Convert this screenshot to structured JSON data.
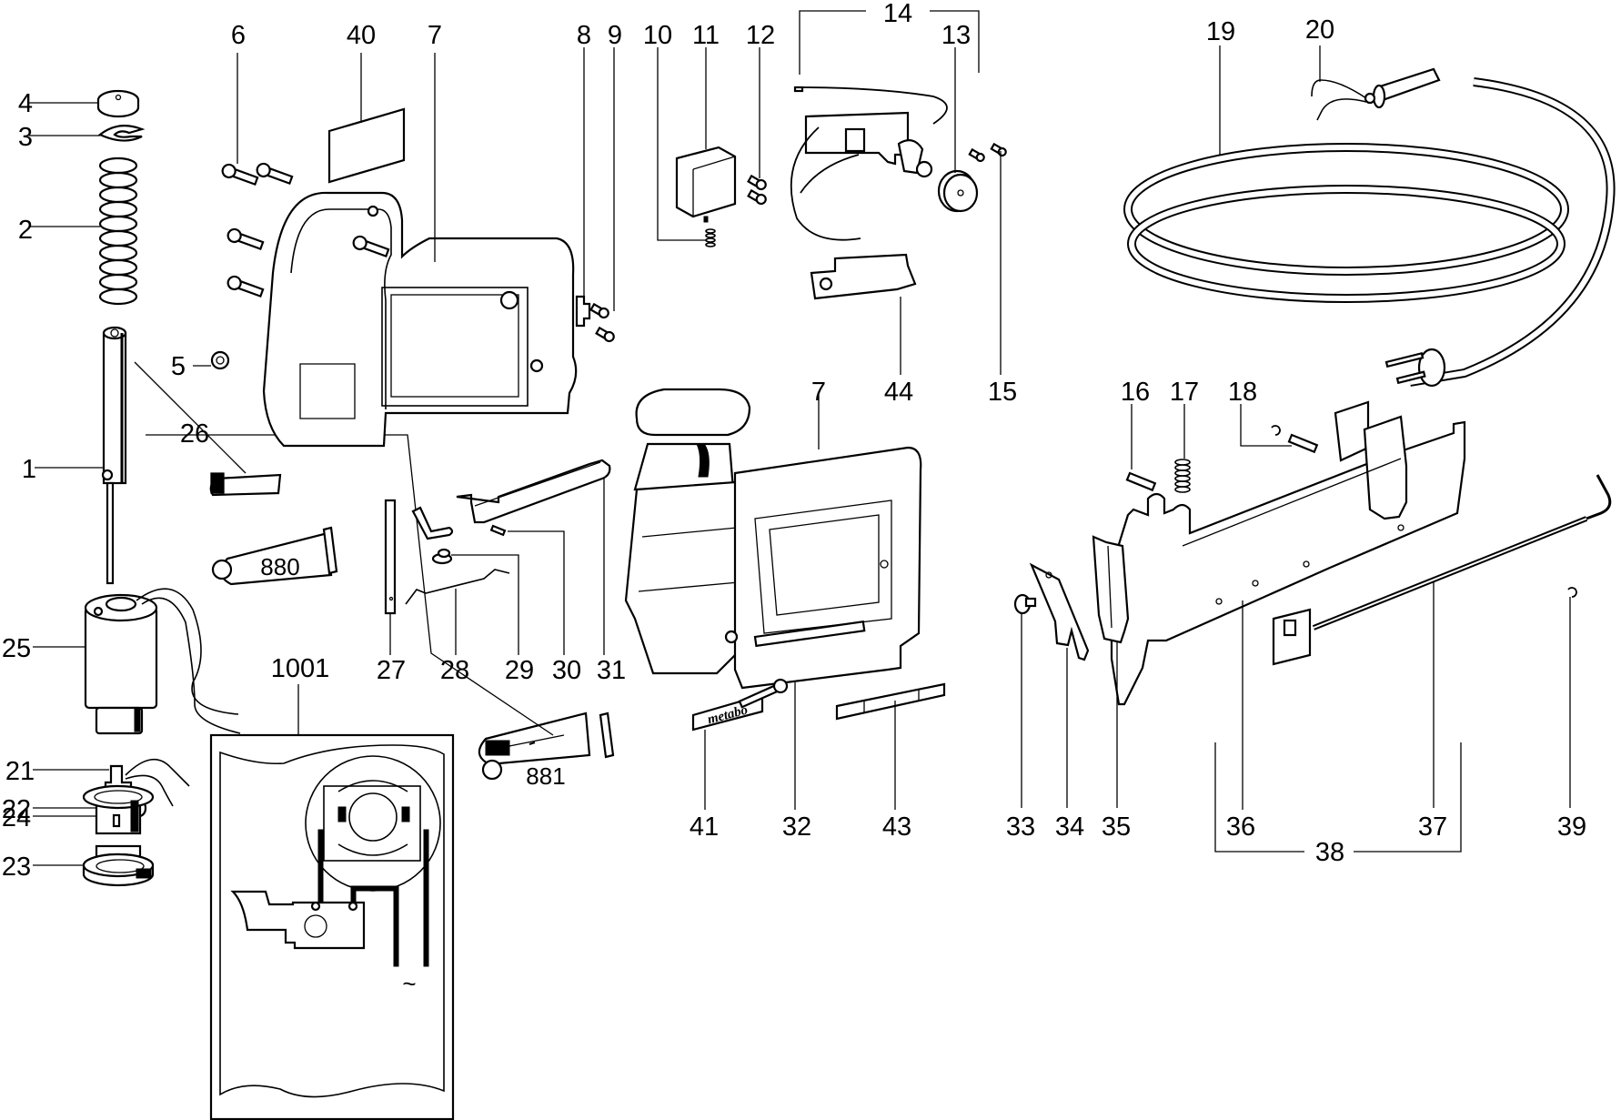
{
  "diagram": {
    "type": "exploded-parts-diagram",
    "labels": {
      "p1": "1",
      "p2": "2",
      "p3": "3",
      "p4": "4",
      "p5": "5",
      "p6": "6",
      "p7a": "7",
      "p7b": "7",
      "p8": "8",
      "p9": "9",
      "p10": "10",
      "p11": "11",
      "p12": "12",
      "p13": "13",
      "p14": "14",
      "p15": "15",
      "p16": "16",
      "p17": "17",
      "p18": "18",
      "p19": "19",
      "p20": "20",
      "p21": "21",
      "p22": "22",
      "p23": "23",
      "p24": "24",
      "p25": "25",
      "p26": "26",
      "p27": "27",
      "p28": "28",
      "p29": "29",
      "p30": "30",
      "p31": "31",
      "p32": "32",
      "p33": "33",
      "p34": "34",
      "p35": "35",
      "p36": "36",
      "p37": "37",
      "p38": "38",
      "p39": "39",
      "p40": "40",
      "p41": "41",
      "p43": "43",
      "p44": "44",
      "p1001": "1001"
    },
    "tube_labels": {
      "grease_a": "880",
      "grease_b": "881"
    },
    "brand_plate": "metabo",
    "ac_symbol": "~"
  }
}
